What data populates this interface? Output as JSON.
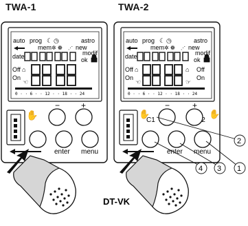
{
  "devices": [
    {
      "name": "TWA-1",
      "lcd": {
        "row1": [
          "auto",
          "prog",
          "astro"
        ],
        "row2": [
          "mem",
          "new",
          "modif"
        ],
        "row3": [
          "date",
          "ok"
        ],
        "off_label": "Off",
        "on_label": "On",
        "scale": "0 · · 6 · · 12 · · 18 · · 24"
      },
      "buttons": {
        "minus": "−",
        "plus": "+",
        "enter": "enter",
        "menu": "menu"
      }
    },
    {
      "name": "TWA-2",
      "lcd": {
        "row1": [
          "auto",
          "prog",
          "astro"
        ],
        "row2": [
          "mem",
          "new",
          "modif"
        ],
        "row3": [
          "date",
          "ok"
        ],
        "off_label": "Off",
        "on_label": "On",
        "off_label_right": "Off",
        "on_label_right": "On",
        "scale": "0 · · 6 · · 12 · · 18 · · 24"
      },
      "buttons": {
        "minus": "−",
        "plus": "+",
        "enter": "enter",
        "menu": "menu",
        "c1": "C1",
        "c2": "C2"
      },
      "callouts": [
        "1",
        "2",
        "3",
        "4"
      ]
    }
  ],
  "key_label": "DT-VK",
  "icons": [
    "hand-icon",
    "arrow-left-icon",
    "lock-icon",
    "key-icon"
  ]
}
